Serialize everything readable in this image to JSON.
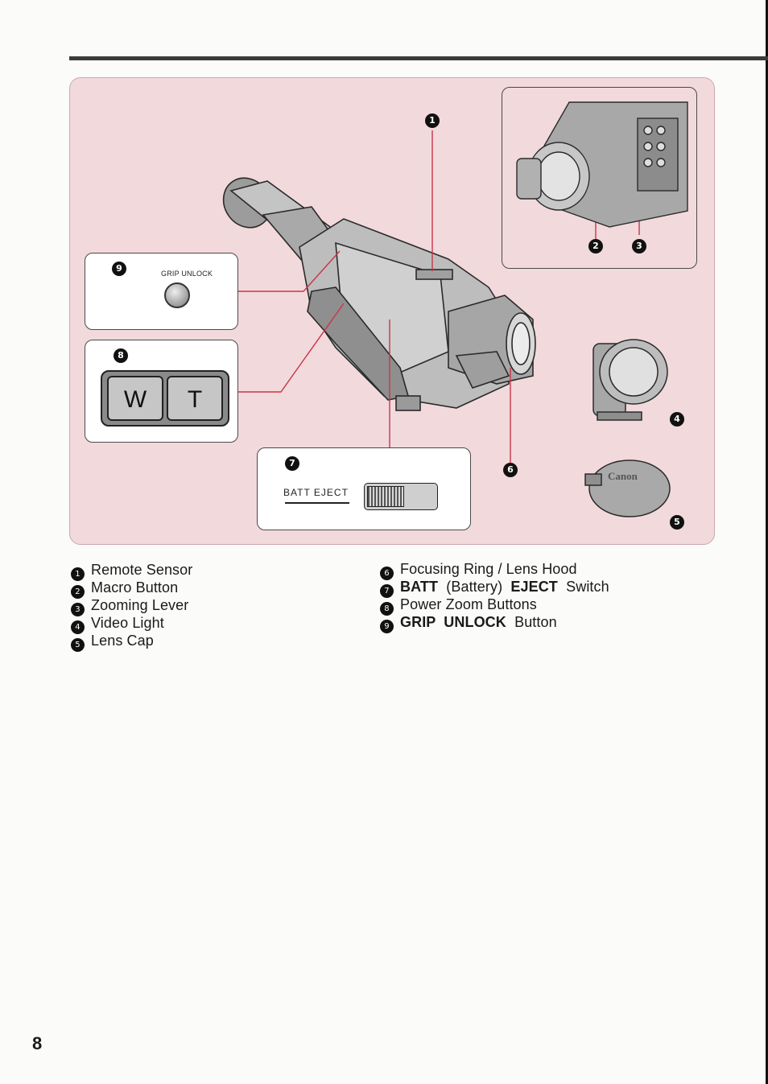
{
  "page_number": "8",
  "callouts": [
    "1",
    "2",
    "3",
    "4",
    "5",
    "6",
    "7",
    "8",
    "9"
  ],
  "panels": {
    "grip_unlock": {
      "label": "GRIP UNLOCK"
    },
    "zoom": {
      "wide": "W",
      "tele": "T"
    },
    "batt_eject": {
      "label": "BATT  EJECT"
    }
  },
  "lens_cap_logo": "Canon",
  "legend_left": [
    {
      "num": "1",
      "text": "Remote  Sensor"
    },
    {
      "num": "2",
      "text": "Macro  Button"
    },
    {
      "num": "3",
      "text": "Zooming  Lever"
    },
    {
      "num": "4",
      "text": "Video  Light"
    },
    {
      "num": "5",
      "text": "Lens  Cap"
    }
  ],
  "legend_right": [
    {
      "num": "6",
      "text": "Focusing  Ring  /  Lens  Hood"
    },
    {
      "num": "7",
      "bold1": "BATT",
      "mid": "  (Battery)  ",
      "bold2": "EJECT",
      "tail": "  Switch"
    },
    {
      "num": "8",
      "text": "Power  Zoom  Buttons"
    },
    {
      "num": "9",
      "bold1": "GRIP  UNLOCK",
      "tail": "  Button"
    }
  ],
  "colors": {
    "background_pink": "#f2d9dc",
    "leader_red": "#c8354a",
    "ink": "#1a1a1a"
  }
}
